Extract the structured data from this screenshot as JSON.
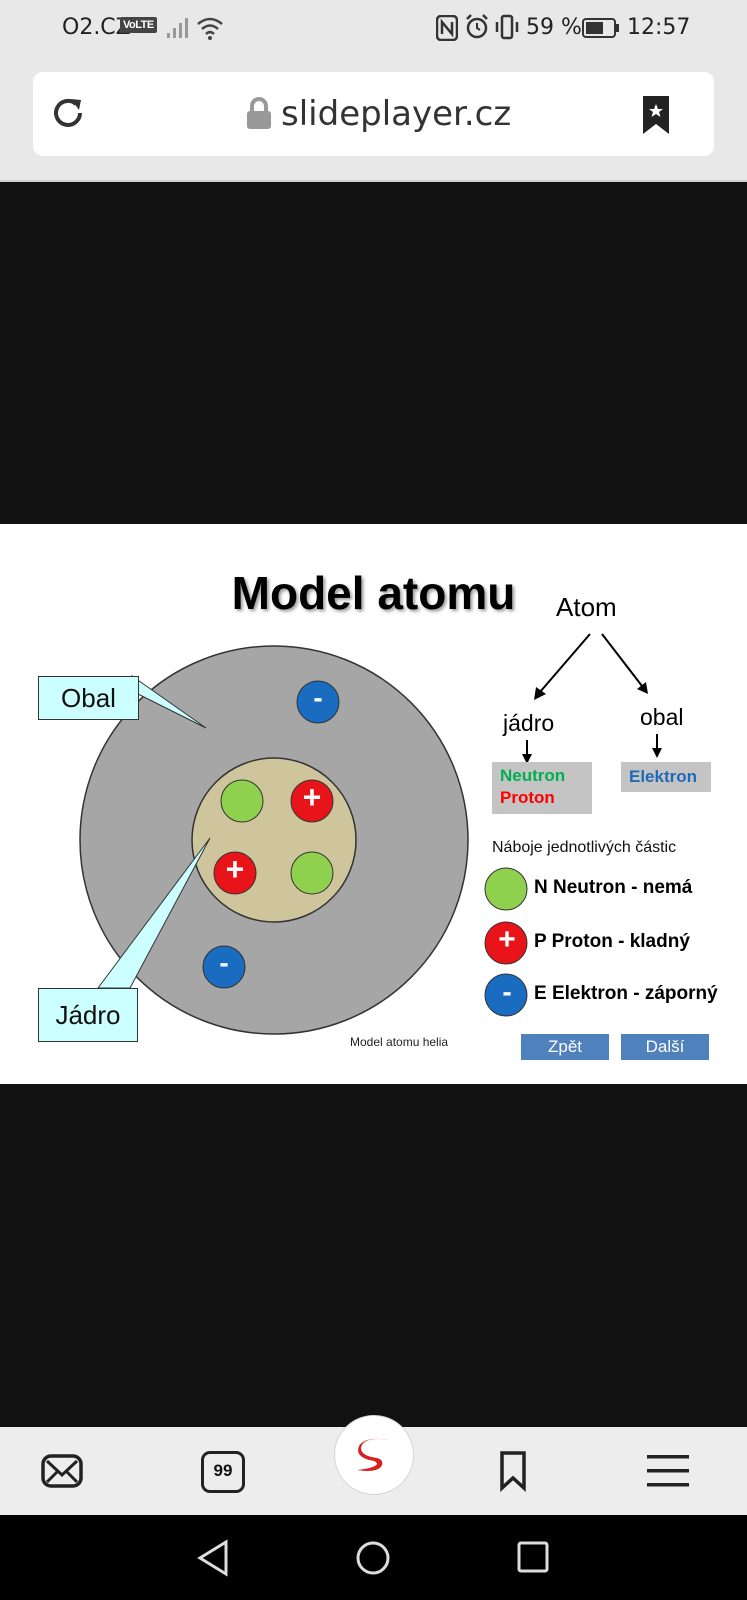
{
  "status_bar": {
    "carrier": "O2.CZ",
    "volte": "VoLTE",
    "battery_percent": "59 %",
    "time": "12:57"
  },
  "browser": {
    "url": "slideplayer.cz"
  },
  "slide": {
    "title": "Model atomu",
    "callouts": {
      "shell": "Obal",
      "nucleus": "Jádro"
    },
    "charge_plus": "+",
    "charge_minus": "-",
    "caption": "Model atomu helia",
    "tree": {
      "root": "Atom",
      "left_branch": "jádro",
      "right_branch": "obal",
      "left_box": [
        "Neutron",
        "Proton"
      ],
      "right_box": "Elektron"
    },
    "legend_title": "Náboje jednotlivých částic",
    "legend": [
      {
        "label": "N Neutron - nemá",
        "symbol": ""
      },
      {
        "label": "P Proton - kladný",
        "symbol": "+"
      },
      {
        "label": "E Elektron - záporný",
        "symbol": "-"
      }
    ],
    "buttons": {
      "back": "Zpět",
      "next": "Další"
    },
    "colors": {
      "neutron": "#8fd14f",
      "proton": "#e8141a",
      "electron": "#1a6cc0",
      "shell": "#a6a6a6",
      "nucleus": "#cfc59c",
      "callout": "#ccffff",
      "neutron_text": "#00b050",
      "proton_text": "#ff0000",
      "electron_text": "#1f6ab8",
      "nav_button": "#4f81bd"
    }
  },
  "toolbar": {
    "tabs_count": "99"
  }
}
